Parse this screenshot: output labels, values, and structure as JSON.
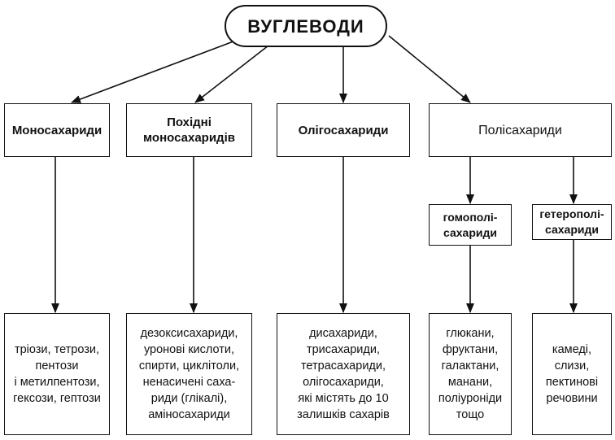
{
  "root": "ВУГЛЕВОДИ",
  "categories": {
    "mono": "Моносахариди",
    "derived": "Похідні\nмоносахаридів",
    "oligo": "Олігосахариди",
    "poly": "Полісахариди"
  },
  "subcategories": {
    "homo": "гомополі-\nсахариди",
    "hetero": "гетерополі-\nсахариди"
  },
  "leaves": {
    "mono": "тріози, тетрози,\nпентози\nі метилпентози,\nгексози, гептози",
    "derived": "дезоксисахариди,\nуронові кислоти,\nспирти, циклітоли,\nненасичені саха-\nриди (глікалі),\nаміносахариди",
    "oligo": "дисахариди,\nтрисахариди,\nтетрасахариди,\nолігосахариди,\nякі містять до 10\nзалишків сахарів",
    "homo": "глюкани,\nфруктани,\nгалактани,\nманани,\nполіуроніди\nтощо",
    "hetero": "камеді,\nслизи,\nпектинові\nречовини"
  }
}
